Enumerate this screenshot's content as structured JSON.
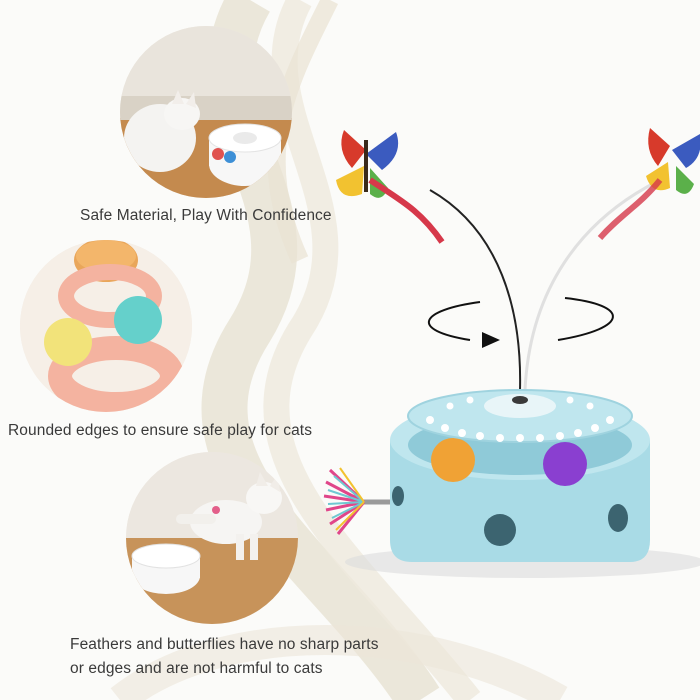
{
  "features": [
    {
      "caption": "Safe Material, Play With Confidence"
    },
    {
      "caption": "Rounded edges to ensure safe play for cats"
    },
    {
      "caption_line1": "Feathers and butterflies have no sharp parts",
      "caption_line2": "or edges and are not harmful to cats"
    }
  ],
  "colors": {
    "toy_blue": "#a9dbe6",
    "ball_orange": "#f0a235",
    "ball_purple": "#8a3fd0",
    "ring_pink": "#f4b3a0",
    "text": "#3a3a3a"
  }
}
